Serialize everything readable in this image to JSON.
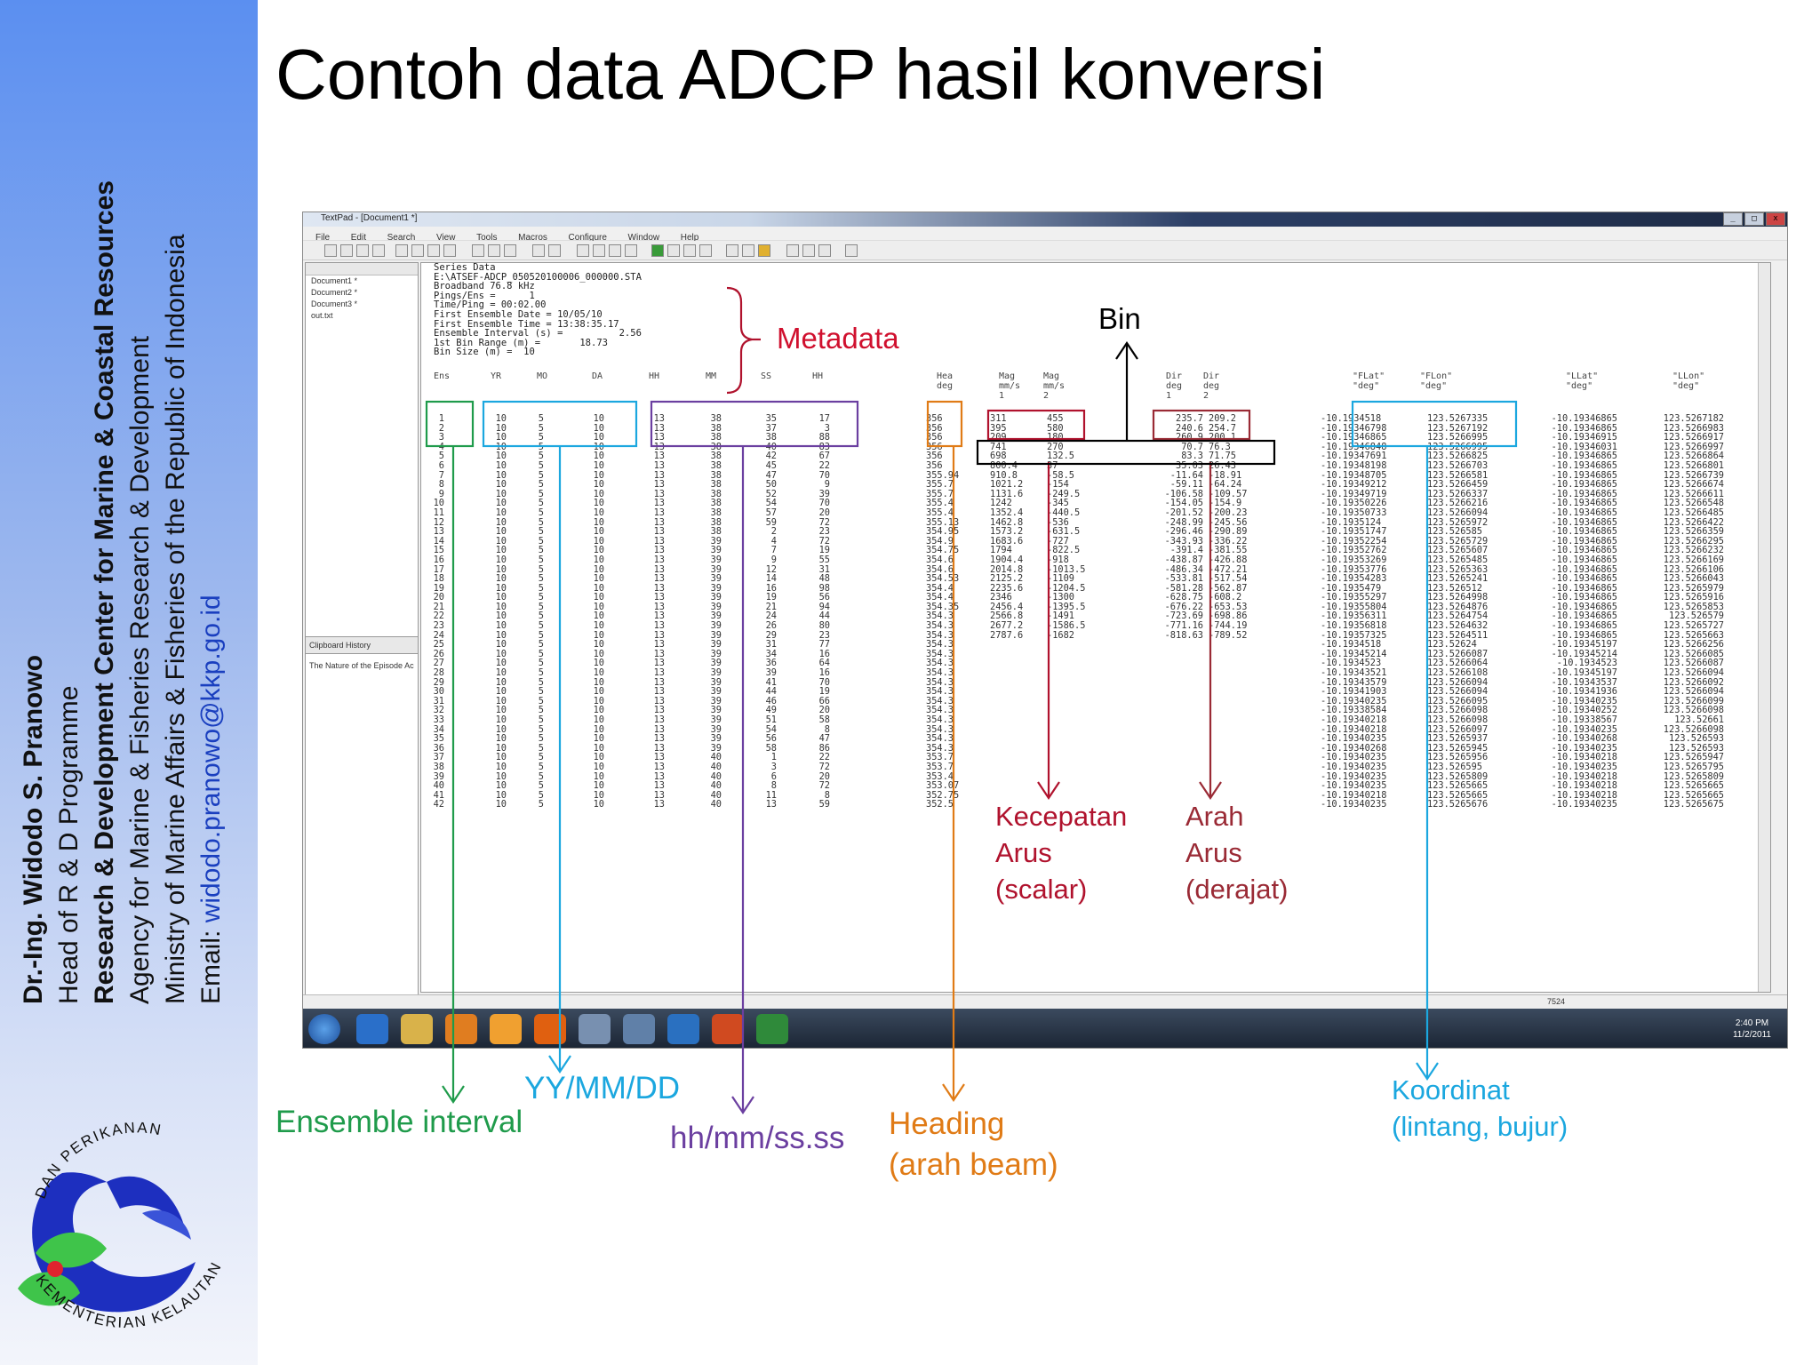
{
  "title": "Contoh data ADCP hasil konversi",
  "sidebar": {
    "author": "Dr.-Ing. Widodo S. Pranowo",
    "role": "Head of R & D Programme",
    "center": "Research & Development Center for Marine & Coastal Resources",
    "agency": "Agency for Marine & Fisheries Research & Development",
    "ministry": "Ministry of Marine Affairs & Fisheries of the Republic of Indonesia",
    "email_label": "Email:",
    "email": "widodo.pranowo@kkp.go.id",
    "logo_text_top": "DAN PERIKANAN",
    "logo_text_bottom": "KEMENTERIAN KELAUTAN"
  },
  "app": {
    "window_title": "TextPad - [Document1 *]",
    "menu": [
      "File",
      "Edit",
      "Search",
      "View",
      "Tools",
      "Macros",
      "Configure",
      "Window",
      "Help"
    ],
    "documents": [
      "Document1 *",
      "Document2 *",
      "Document3 *",
      "out.txt"
    ],
    "clipboard_header": "Clipboard History",
    "clipboard_item": "The Nature of the Episode Ac",
    "metadata_lines": [
      "Series Data",
      "E:\\ATSEF-ADCP_050520100006_000000.STA",
      "Broadband 76.8 kHz",
      "Pings/Ens =      1",
      "Time/Ping = 00:02.00",
      "First Ensemble Date = 10/05/10",
      "First Ensemble Time = 13:38:35.17",
      "Ensemble Interval (s) =          2.56",
      "1st Bin Range (m) =       18.73",
      "Bin Size (m) =  10"
    ],
    "headers": {
      "ens": "Ens",
      "yr": "YR",
      "mo": "MO",
      "da": "DA",
      "hh": "HH",
      "mm": "MM",
      "ss": "SS",
      "hh2": "HH",
      "hea": "Hea\ndeg",
      "mag1": "Mag\nmm/s\n1",
      "mag2": "Mag\nmm/s\n2",
      "dir1": "Dir\ndeg\n1",
      "dir2": "Dir\ndeg\n2",
      "flat": "\"FLat\"\n\"deg\"",
      "flon": "\"FLon\"\n\"deg\"",
      "llat": "\"LLat\"\n\"deg\"",
      "llon": "\"LLon\"\n\"deg\""
    },
    "columns": {
      "ens": [
        "1",
        "2",
        "3",
        "4",
        "5",
        "6",
        "7",
        "8",
        "9",
        "10",
        "11",
        "12",
        "13",
        "14",
        "15",
        "16",
        "17",
        "18",
        "19",
        "20",
        "21",
        "22",
        "23",
        "24",
        "25",
        "26",
        "27",
        "28",
        "29",
        "30",
        "31",
        "32",
        "33",
        "34",
        "35",
        "36",
        "37",
        "38",
        "39",
        "40",
        "41",
        "42"
      ],
      "yr": [
        "10",
        "10",
        "10",
        "10",
        "10",
        "10",
        "10",
        "10",
        "10",
        "10",
        "10",
        "10",
        "10",
        "10",
        "10",
        "10",
        "10",
        "10",
        "10",
        "10",
        "10",
        "10",
        "10",
        "10",
        "10",
        "10",
        "10",
        "10",
        "10",
        "10",
        "10",
        "10",
        "10",
        "10",
        "10",
        "10",
        "10",
        "10",
        "10",
        "10",
        "10",
        "10"
      ],
      "mo": [
        "5",
        "5",
        "5",
        "5",
        "5",
        "5",
        "5",
        "5",
        "5",
        "5",
        "5",
        "5",
        "5",
        "5",
        "5",
        "5",
        "5",
        "5",
        "5",
        "5",
        "5",
        "5",
        "5",
        "5",
        "5",
        "5",
        "5",
        "5",
        "5",
        "5",
        "5",
        "5",
        "5",
        "5",
        "5",
        "5",
        "5",
        "5",
        "5",
        "5",
        "5",
        "5"
      ],
      "da": [
        "10",
        "10",
        "10",
        "10",
        "10",
        "10",
        "10",
        "10",
        "10",
        "10",
        "10",
        "10",
        "10",
        "10",
        "10",
        "10",
        "10",
        "10",
        "10",
        "10",
        "10",
        "10",
        "10",
        "10",
        "10",
        "10",
        "10",
        "10",
        "10",
        "10",
        "10",
        "10",
        "10",
        "10",
        "10",
        "10",
        "10",
        "10",
        "10",
        "10",
        "10",
        "10"
      ],
      "hh": [
        "13",
        "13",
        "13",
        "13",
        "13",
        "13",
        "13",
        "13",
        "13",
        "13",
        "13",
        "13",
        "13",
        "13",
        "13",
        "13",
        "13",
        "13",
        "13",
        "13",
        "13",
        "13",
        "13",
        "13",
        "13",
        "13",
        "13",
        "13",
        "13",
        "13",
        "13",
        "13",
        "13",
        "13",
        "13",
        "13",
        "13",
        "13",
        "13",
        "13",
        "13",
        "13"
      ],
      "mm": [
        "38",
        "38",
        "38",
        "38",
        "38",
        "38",
        "38",
        "38",
        "38",
        "38",
        "38",
        "38",
        "38",
        "39",
        "39",
        "39",
        "39",
        "39",
        "39",
        "39",
        "39",
        "39",
        "39",
        "39",
        "39",
        "39",
        "39",
        "39",
        "39",
        "39",
        "39",
        "39",
        "39",
        "39",
        "39",
        "39",
        "40",
        "40",
        "40",
        "40",
        "40",
        "40"
      ],
      "ss": [
        "35",
        "37",
        "38",
        "40",
        "42",
        "45",
        "47",
        "50",
        "52",
        "54",
        "57",
        "59",
        "2",
        "4",
        "7",
        "9",
        "12",
        "14",
        "16",
        "19",
        "21",
        "24",
        "26",
        "29",
        "31",
        "34",
        "36",
        "39",
        "41",
        "44",
        "46",
        "49",
        "51",
        "54",
        "56",
        "58",
        "1",
        "3",
        "6",
        "8",
        "11",
        "13"
      ],
      "hh2": [
        "17",
        "3",
        "88",
        "83",
        "67",
        "22",
        "70",
        "9",
        "39",
        "70",
        "20",
        "72",
        "23",
        "72",
        "19",
        "55",
        "31",
        "48",
        "98",
        "56",
        "94",
        "44",
        "80",
        "23",
        "77",
        "16",
        "64",
        "16",
        "70",
        "19",
        "66",
        "20",
        "58",
        "8",
        "47",
        "86",
        "22",
        "72",
        "20",
        "72",
        "8",
        "59"
      ],
      "hea": [
        "356",
        "356",
        "356",
        "356",
        "356",
        "356",
        "355.94",
        "355.7",
        "355.7",
        "355.4",
        "355.4",
        "355.13",
        "354.95",
        "354.9",
        "354.75",
        "354.6",
        "354.6",
        "354.53",
        "354.4",
        "354.4",
        "354.35",
        "354.3",
        "354.3",
        "354.3",
        "354.3",
        "354.3",
        "354.3",
        "354.3",
        "354.3",
        "354.3",
        "354.3",
        "354.3",
        "354.3",
        "354.3",
        "354.3",
        "354.3",
        "353.7",
        "353.7",
        "353.4",
        "353.07",
        "352.75",
        "352.5"
      ],
      "mag1": [
        "311",
        "395",
        "209",
        "741",
        "698",
        "800.4",
        "910.8",
        "1021.2",
        "1131.6",
        "1242",
        "1352.4",
        "1462.8",
        "1573.2",
        "1683.6",
        "1794",
        "1904.4",
        "2014.8",
        "2125.2",
        "2235.6",
        "2346",
        "2456.4",
        "2566.8",
        "2677.2",
        "2787.6"
      ],
      "mag2": [
        "455",
        "580",
        "180",
        "270",
        "132.5",
        "37",
        "-58.5",
        "-154",
        "-249.5",
        "-345",
        "-440.5",
        "-536",
        "-631.5",
        "-727",
        "-822.5",
        "-918",
        "-1013.5",
        "-1109",
        "-1204.5",
        "-1300",
        "-1395.5",
        "-1491",
        "-1586.5",
        "-1682"
      ],
      "dir1": [
        "235.7",
        "240.6",
        "260.9",
        "70.7",
        "83.3",
        "35.03",
        "-11.64",
        "-59.11",
        "-106.58",
        "-154.05",
        "-201.52",
        "-248.99",
        "-296.46",
        "-343.93",
        "-391.4",
        "-438.87",
        "-486.34",
        "-533.81",
        "-581.28",
        "-628.75",
        "-676.22",
        "-723.69",
        "-771.16",
        "-818.63"
      ],
      "dir2": [
        "209.2",
        "254.7",
        "200.1",
        "76.3",
        "71.75",
        "26.43",
        "-18.91",
        "-64.24",
        "-109.57",
        "-154.9",
        "-200.23",
        "-245.56",
        "-290.89",
        "-336.22",
        "-381.55",
        "-426.88",
        "-472.21",
        "-517.54",
        "-562.87",
        "-608.2",
        "-653.53",
        "-698.86",
        "-744.19",
        "-789.52"
      ],
      "flat": [
        "-10.1934518",
        "-10.19346798",
        "-10.19346865",
        "-10.19346848",
        "-10.19347691",
        "-10.19348198",
        "-10.19348705",
        "-10.19349212",
        "-10.19349719",
        "-10.19350226",
        "-10.19350733",
        "-10.1935124",
        "-10.19351747",
        "-10.19352254",
        "-10.19352762",
        "-10.19353269",
        "-10.19353776",
        "-10.19354283",
        "-10.1935479",
        "-10.19355297",
        "-10.19355804",
        "-10.19356311",
        "-10.19356818",
        "-10.19357325",
        "-10.1934518",
        "-10.19345214",
        "-10.1934523",
        "-10.19343521",
        "-10.19343579",
        "-10.19341903",
        "-10.19340235",
        "-10.19338584",
        "-10.19340218",
        "-10.19340218",
        "-10.19340235",
        "-10.19340268",
        "-10.19340235",
        "-10.19340235",
        "-10.19340235",
        "-10.19340235",
        "-10.19340218",
        "-10.19340235"
      ],
      "flon": [
        "123.5267335",
        "123.5267192",
        "123.5266995",
        "123.5266995",
        "123.5266825",
        "123.5266703",
        "123.5266581",
        "123.5266459",
        "123.5266337",
        "123.5266216",
        "123.5266094",
        "123.5265972",
        "123.526585",
        "123.5265729",
        "123.5265607",
        "123.5265485",
        "123.5265363",
        "123.5265241",
        "123.526512",
        "123.5264998",
        "123.5264876",
        "123.5264754",
        "123.5264632",
        "123.5264511",
        "123.52624",
        "123.5266087",
        "123.5266064",
        "123.5266108",
        "123.5266094",
        "123.5266094",
        "123.5266095",
        "123.5266098",
        "123.5266098",
        "123.5266097",
        "123.5265937",
        "123.5265945",
        "123.5265956",
        "123.526595",
        "123.5265809",
        "123.5265665",
        "123.5265665",
        "123.5265676"
      ],
      "llat": [
        "-10.19346865",
        "-10.19346865",
        "-10.19346915",
        "-10.19346031",
        "-10.19346865",
        "-10.19346865",
        "-10.19346865",
        "-10.19346865",
        "-10.19346865",
        "-10.19346865",
        "-10.19346865",
        "-10.19346865",
        "-10.19346865",
        "-10.19346865",
        "-10.19346865",
        "-10.19346865",
        "-10.19346865",
        "-10.19346865",
        "-10.19346865",
        "-10.19346865",
        "-10.19346865",
        "-10.19346865",
        "-10.19346865",
        "-10.19346865",
        "-10.19345197",
        "-10.19345214",
        "-10.1934523",
        "-10.19345197",
        "-10.19343537",
        "-10.19341936",
        "-10.19340235",
        "-10.19340252",
        "-10.19338567",
        "-10.19340235",
        "-10.19340268",
        "-10.19340235",
        "-10.19340218",
        "-10.19340235",
        "-10.19340218",
        "-10.19340218",
        "-10.19340218",
        "-10.19340235"
      ],
      "llon": [
        "123.5267182",
        "123.5266983",
        "123.5266917",
        "123.5266997",
        "123.5266864",
        "123.5266801",
        "123.5266739",
        "123.5266674",
        "123.5266611",
        "123.5266548",
        "123.5266485",
        "123.5266422",
        "123.5266359",
        "123.5266295",
        "123.5266232",
        "123.5266169",
        "123.5266106",
        "123.5266043",
        "123.5265979",
        "123.5265916",
        "123.5265853",
        "123.526579",
        "123.5265727",
        "123.5265663",
        "123.5266256",
        "123.5266085",
        "123.5266087",
        "123.5266094",
        "123.5266092",
        "123.5266094",
        "123.5266099",
        "123.5266098",
        "123.52661",
        "123.5266098",
        "123.526593",
        "123.526593",
        "123.5265947",
        "123.5265795",
        "123.5265809",
        "123.5265665",
        "123.5265665",
        "123.5265675"
      ]
    },
    "status_cell": "7524",
    "clock_time": "2:40 PM",
    "clock_date": "11/2/2011"
  },
  "annotations": {
    "metadata": "Metadata",
    "bin": "Bin",
    "kecepatan": [
      "Kecepatan",
      "Arus",
      "(scalar)"
    ],
    "arah": [
      "Arah",
      "Arus",
      "(derajat)"
    ],
    "ensemble": "Ensemble interval",
    "date": "YY/MM/DD",
    "time": "hh/mm/ss.ss",
    "heading": [
      "Heading",
      "(arah beam)"
    ],
    "koordinat": [
      "Koordinat",
      "(lintang, bujur)"
    ]
  },
  "colors": {
    "green": "#1f9b4b",
    "cyan": "#1ba7df",
    "purple": "#6b3fa0",
    "orange": "#e07b16",
    "red": "#b0122d",
    "darkred": "#9a2a35",
    "black": "#000000"
  }
}
